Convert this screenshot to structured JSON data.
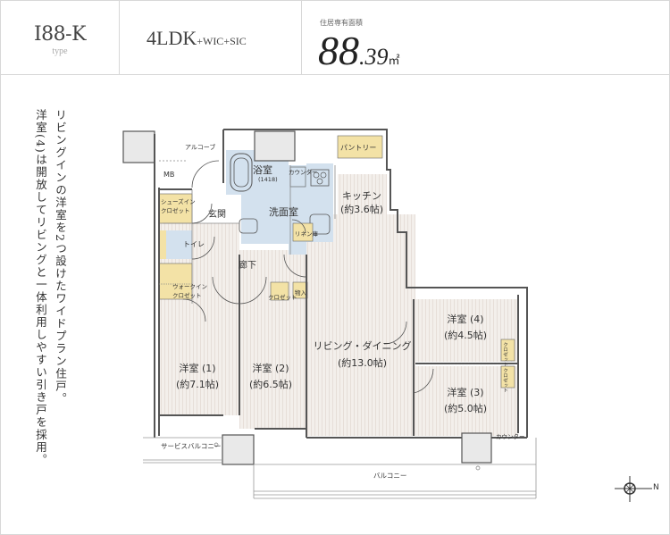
{
  "header": {
    "type_code": "I88-K",
    "type_sub": "type",
    "layout_main": "4LDK",
    "layout_suffix": "+WIC+SIC",
    "area_label": "住居専有面積",
    "area_int": "88",
    "area_dec": ".39",
    "area_unit": "㎡"
  },
  "description": {
    "line1": "リビングインの洋室を2つ設けたワイドプラン住戸。",
    "line2": "洋室(4)は開放してリビングと一体利用しやすい引き戸を採用。"
  },
  "rooms": {
    "alcove": "アルコーブ",
    "mb": "MB",
    "bath": "浴室",
    "bath_size": "(1418)",
    "counter1": "カウンター",
    "pantry": "パントリー",
    "kitchen": "キッチン",
    "kitchen_size": "(約3.6帖)",
    "shoes_closet_1": "シューズイン",
    "shoes_closet_2": "クロゼット",
    "entrance": "玄関",
    "washroom": "洗面室",
    "linen": "リネン庫",
    "toilet": "トイレ",
    "hallway": "廊下",
    "wic_1": "ウォークイン",
    "wic_2": "クロゼット",
    "closet_hall": "クロゼット",
    "storage": "物入",
    "living": "リビング・ダイニング",
    "living_size": "(約13.0帖)",
    "room4": "洋室 (4)",
    "room4_size": "(約4.5帖)",
    "room3": "洋室 (3)",
    "room3_size": "(約5.0帖)",
    "room1": "洋室 (1)",
    "room1_size": "(約7.1帖)",
    "room2": "洋室 (2)",
    "room2_size": "(約6.5帖)",
    "closet_r4": "クロゼット",
    "closet_r3": "クロゼット",
    "counter2": "カウンター",
    "service_balcony": "サービスバルコニー",
    "balcony": "バルコニー"
  },
  "compass": {
    "north_label": "N"
  },
  "colors": {
    "floor": "#f1ece8",
    "wet_area": "#d3e1ee",
    "storage": "#f3e2a6",
    "wall": "#555555",
    "column": "#e9e9e9"
  }
}
